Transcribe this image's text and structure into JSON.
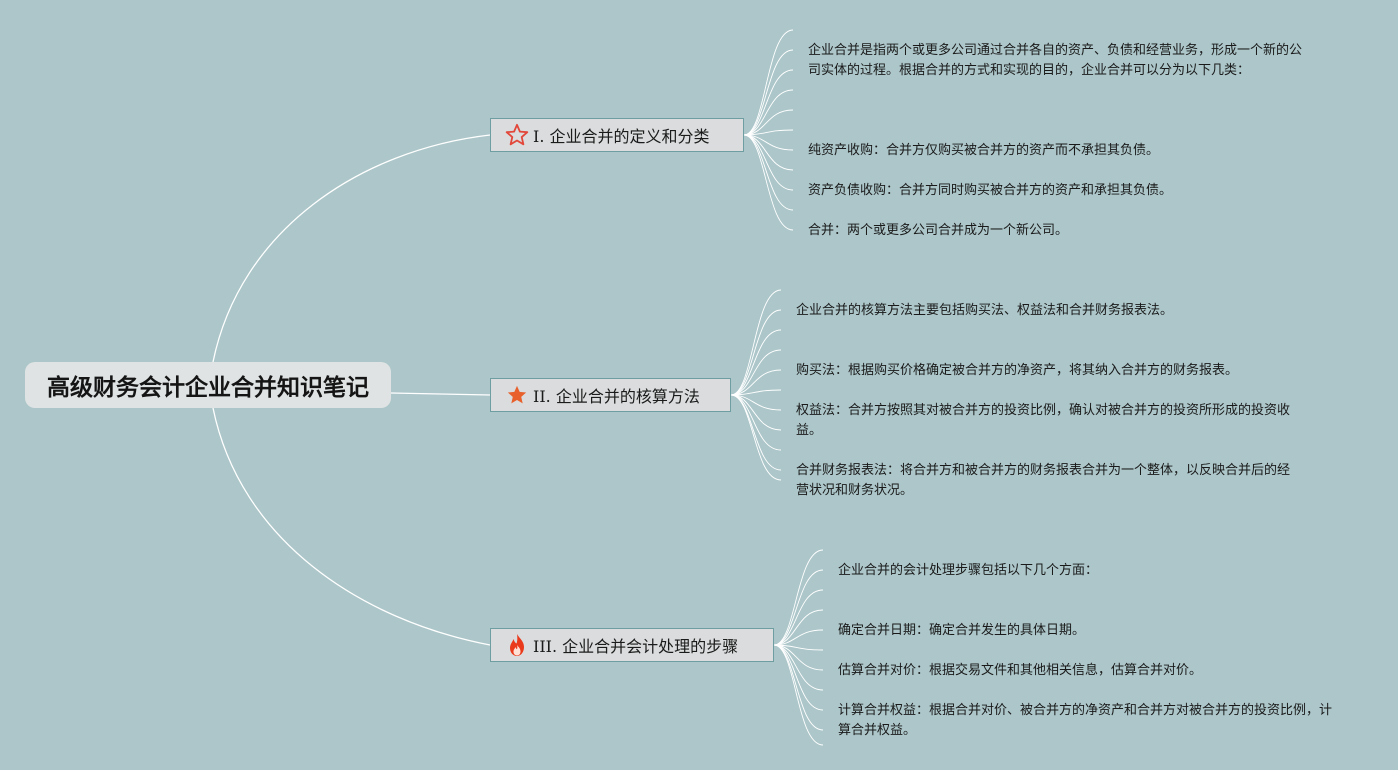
{
  "root": {
    "title": "高级财务会计企业合并知识笔记"
  },
  "branches": [
    {
      "label": "I. 企业合并的定义和分类",
      "icon": "star-outline-icon",
      "leaves": [
        "企业合并是指两个或更多公司通过合并各自的资产、负债和经营业务，形成一个新的公司实体的过程。根据合并的方式和实现的目的，企业合并可以分为以下几类：",
        "纯资产收购：合并方仅购买被合并方的资产而不承担其负债。",
        "资产负债收购：合并方同时购买被合并方的资产和承担其负债。",
        "合并：两个或更多公司合并成为一个新公司。"
      ]
    },
    {
      "label": "II. 企业合并的核算方法",
      "icon": "star-filled-icon",
      "leaves": [
        "企业合并的核算方法主要包括购买法、权益法和合并财务报表法。",
        "购买法：根据购买价格确定被合并方的净资产，将其纳入合并方的财务报表。",
        "权益法：合并方按照其对被合并方的投资比例，确认对被合并方的投资所形成的投资收益。",
        "合并财务报表法：将合并方和被合并方的财务报表合并为一个整体，以反映合并后的经营状况和财务状况。"
      ]
    },
    {
      "label": "III. 企业合并会计处理的步骤",
      "icon": "fire-icon",
      "leaves": [
        "企业合并的会计处理步骤包括以下几个方面：",
        "确定合并日期：确定合并发生的具体日期。",
        "估算合并对价：根据交易文件和其他相关信息，估算合并对价。",
        "计算合并权益：根据合并对价、被合并方的净资产和合并方对被合并方的投资比例，计算合并权益。"
      ]
    }
  ],
  "colors": {
    "background": "#acc6c9",
    "connector": "#ffffff",
    "branch_border": "#6f9ea2",
    "star_outline": "#e2473a",
    "star_filled": "#e8612c",
    "fire": "#ea3a1c"
  }
}
